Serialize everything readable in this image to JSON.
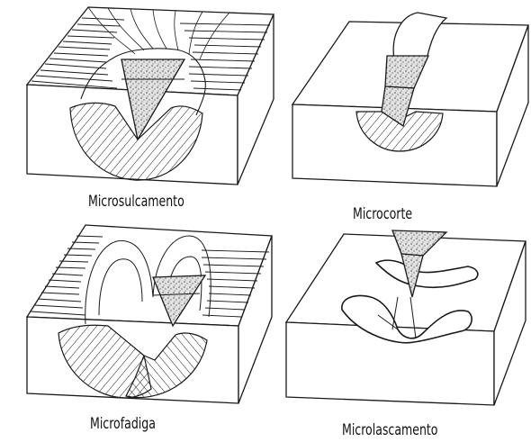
{
  "panels": [
    {
      "id": "microsulcamento",
      "label": "Microsulcamento"
    },
    {
      "id": "microcorte",
      "label": "Microcorte"
    },
    {
      "id": "microfadiga",
      "label": "Microfadiga"
    },
    {
      "id": "microlascamento",
      "label": "Microlascamento"
    }
  ],
  "colors": {
    "ink": "#1a1a1a",
    "paper": "#ffffff",
    "stipple": "#9a9a9a"
  }
}
